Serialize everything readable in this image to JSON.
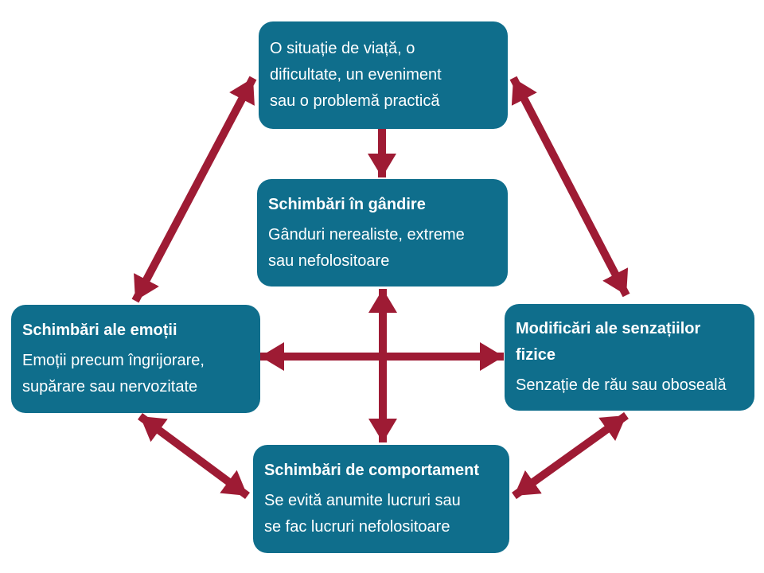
{
  "colors": {
    "background": "#ffffff",
    "box_fill": "#0f6e8c",
    "box_text": "#ffffff",
    "arrow": "#9e1b34"
  },
  "nodes": {
    "situation": {
      "title_lines": [],
      "body_lines": [
        "O situație de viață, o",
        "dificultate, un eveniment",
        "sau o problemă practică"
      ]
    },
    "thoughts": {
      "title_lines": [
        "Schimbări în gândire"
      ],
      "body_lines": [
        "Gânduri nerealiste, extreme",
        "sau nefolositoare"
      ]
    },
    "emotions": {
      "title_lines": [
        "Schimbări ale emoții"
      ],
      "body_lines": [
        "Emoții precum îngrijorare,",
        "supărare sau nervozitate"
      ]
    },
    "sensations": {
      "title_lines": [
        "Modificări ale senzațiilor",
        "fizice"
      ],
      "body_lines": [
        "Senzație de rău sau oboseală"
      ]
    },
    "behavior": {
      "title_lines": [
        "Schimbări de comportament"
      ],
      "body_lines": [
        "Se evită anumite lucruri sau",
        "se fac lucruri nefolositoare"
      ]
    }
  },
  "connections": [
    {
      "from": "situation",
      "to": "thoughts",
      "bidirectional": false
    },
    {
      "from": "thoughts",
      "to": "behavior",
      "bidirectional": true
    },
    {
      "from": "emotions",
      "to": "sensations",
      "bidirectional": true
    },
    {
      "from": "situation",
      "to": "emotions",
      "bidirectional": true
    },
    {
      "from": "situation",
      "to": "sensations",
      "bidirectional": true
    },
    {
      "from": "emotions",
      "to": "behavior",
      "bidirectional": true
    },
    {
      "from": "sensations",
      "to": "behavior",
      "bidirectional": true
    }
  ]
}
